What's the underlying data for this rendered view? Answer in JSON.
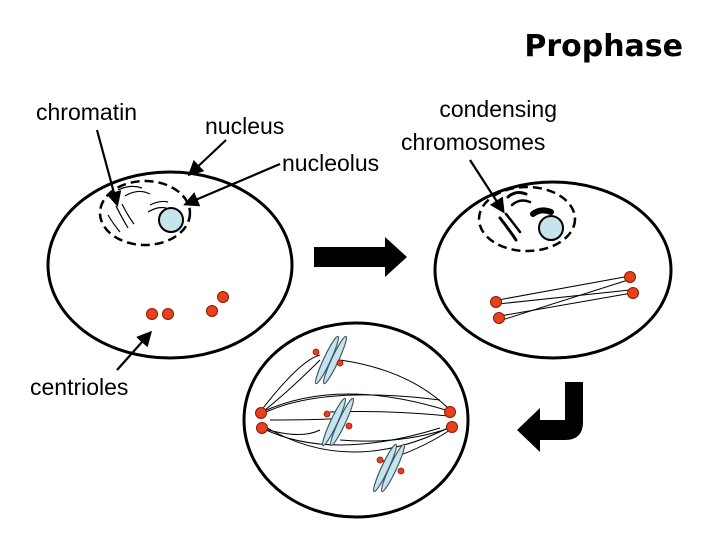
{
  "title": "Prophase",
  "labels": {
    "chromatin": "chromatin",
    "nucleus": "nucleus",
    "condensing_line1": "condensing",
    "condensing_line2": "chromosomes",
    "nucleolus": "nucleolus",
    "centrioles": "centrioles"
  },
  "colors": {
    "centriole": "#e8401c",
    "nucleolus": "#c7e3ec",
    "chromosome": "#c7e3ec",
    "outline": "#000000"
  }
}
